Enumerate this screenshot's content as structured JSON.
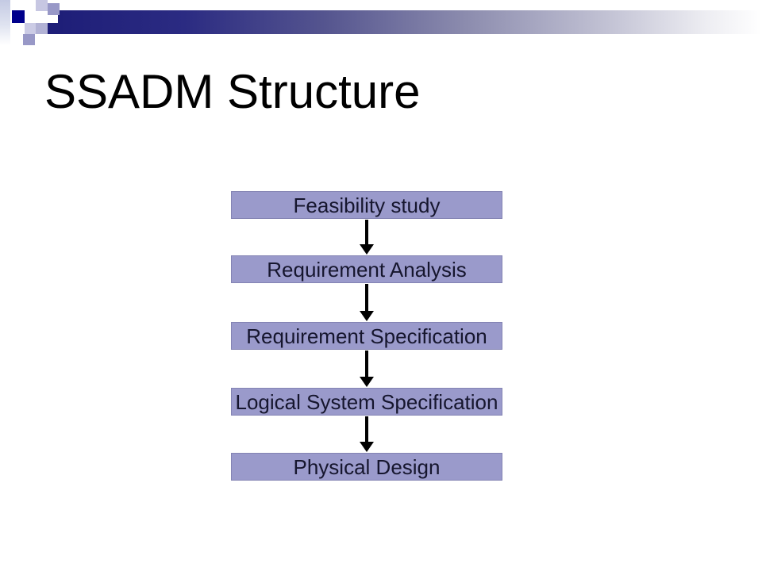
{
  "slide_title": "SSADM Structure",
  "flowchart": {
    "type": "flow",
    "direction": "top-down",
    "connector": "down-arrow",
    "steps": [
      {
        "label": "Feasibility study"
      },
      {
        "label": "Requirement Analysis"
      },
      {
        "label": "Requirement Specification"
      },
      {
        "label": "Logical System Specification"
      },
      {
        "label": "Physical Design"
      }
    ]
  },
  "colors": {
    "box_fill": "#9a9acb",
    "box_border": "#8383b3",
    "box_text": "#16162e",
    "title_text": "#000000",
    "arrow": "#000000",
    "accent_navy": "#00008b",
    "bar_gradient_dark": "#1e1e78"
  }
}
